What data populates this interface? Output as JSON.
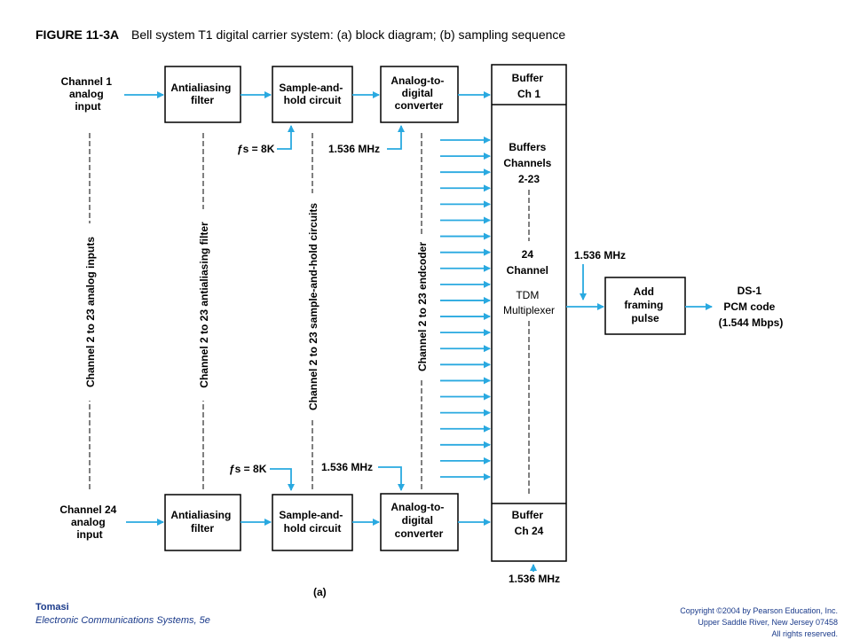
{
  "caption": {
    "figure": "FIGURE 11-3A",
    "title": "Bell system T1 digital carrier system: (a) block diagram; (b) sampling sequence"
  },
  "diagram": {
    "ch1_input": [
      "Channel 1",
      "analog",
      "input"
    ],
    "ch24_input": [
      "Channel 24",
      "analog",
      "input"
    ],
    "antialias": [
      "Antialiasing",
      "filter"
    ],
    "sample_hold": [
      "Sample-and-",
      "hold circuit"
    ],
    "adc": [
      "Analog-to-",
      "digital",
      "converter"
    ],
    "buffer_ch1": [
      "Buffer",
      "Ch 1"
    ],
    "buffer_ch24": [
      "Buffer",
      "Ch 24"
    ],
    "buffers_mid": [
      "Buffers",
      "Channels",
      "2-23"
    ],
    "tdm": [
      "24",
      "Channel",
      "TDM",
      "Multiplexer"
    ],
    "framing": [
      "Add",
      "framing",
      "pulse"
    ],
    "output": [
      "DS-1",
      "PCM code",
      "(1.544 Mbps)"
    ],
    "fs_label": "ƒs = 8K",
    "clock": "1.536 MHz",
    "vertical_labels": [
      "Channel 2 to 23 analog inputs",
      "Channel 2 to 23 antialiasing filter",
      "Channel 2 to 23 sample-and-hold circuits",
      "Channel 2 to 23 endcoder"
    ],
    "sub_label": "(a)",
    "arrow_color": "#29a9e0"
  },
  "footer": {
    "author": "Tomasi",
    "book": "Electronic Communications Systems, 5e",
    "copyright": [
      "Copyright ©2004 by Pearson Education, Inc.",
      "Upper Saddle River, New Jersey 07458",
      "All rights reserved."
    ]
  }
}
